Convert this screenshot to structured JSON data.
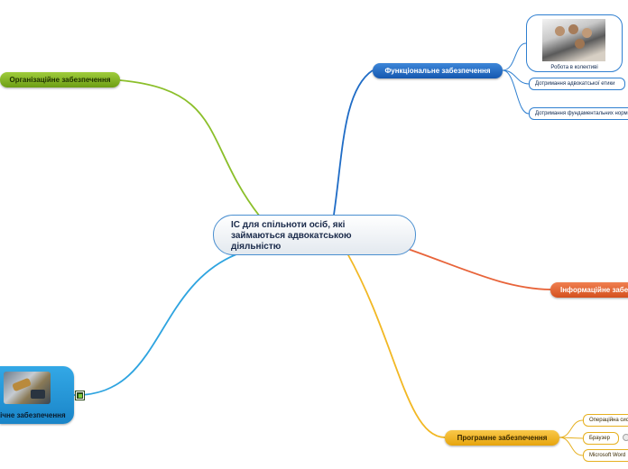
{
  "central": {
    "lines": [
      "ІС для спільноти осіб, які",
      "займаються адвокатською",
      "діяльністю"
    ]
  },
  "branches": {
    "functional": {
      "label": "Функціональне забезпечення",
      "color": "#1f6cc6",
      "children": {
        "teamwork": "Робота в колективі",
        "ethics": "Дотримання адвокатської етики",
        "norms": "Дотримання фундаментальних норм"
      }
    },
    "organizational": {
      "label": "Організаційне забезпечення",
      "color": "#8bbf2a"
    },
    "informational": {
      "label": "Інформаційне забезпечення",
      "color": "#e8643a"
    },
    "software": {
      "label": "Програмне забезпечення",
      "color": "#f2b824",
      "children": {
        "os": "Операційна система",
        "browser": "Браузер",
        "office": "Microsoft Word"
      }
    },
    "technical": {
      "label": "Технічне забезпечення",
      "color": "#2ea4e0"
    }
  },
  "icons": {
    "teamwork_image": "team-photo",
    "technical_image": "gavel-laptop-photo",
    "technical_badge": "excel-file-icon",
    "browser_badge": "globe-icon"
  }
}
